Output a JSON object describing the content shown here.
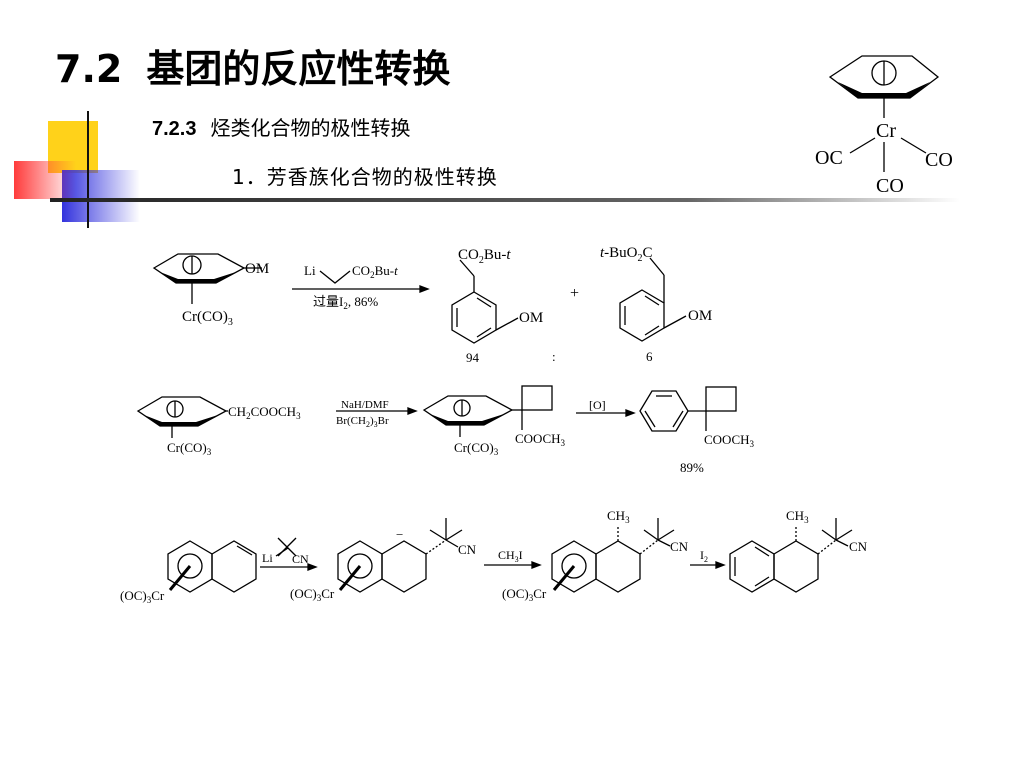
{
  "slide": {
    "title_number": "7.2",
    "title_text": "基团的反应性转换",
    "subtitle_number": "7.2.3",
    "subtitle_text": "烃类化合物的极性转换",
    "section": "1．芳香族化合物的极性转换"
  },
  "complex": {
    "metal": "Cr",
    "ligand_left": "OC",
    "ligand_right": "CO",
    "ligand_bottom": "CO"
  },
  "reaction1": {
    "substituent": "OM",
    "metal_group": "Cr(CO)",
    "metal_sub": "3",
    "reagent_li": "Li",
    "reagent_ester": "CO",
    "reagent_ester_sub": "2",
    "reagent_ester_tail": "Bu-",
    "reagent_ester_t": "t",
    "condition": "过量I",
    "condition_sub": "2",
    "condition_tail": ", 86%",
    "product1_group": "CO",
    "product1_group_sub": "2",
    "product1_group_tail": "Bu-",
    "product1_group_t": "t",
    "product1_sub": "OM",
    "plus": "+",
    "product2_group_t": "t",
    "product2_group": "-BuO",
    "product2_group_sub": "2",
    "product2_group_tail": "C",
    "product2_sub": "OM",
    "ratio1": "94",
    "ratio_sep": ":",
    "ratio2": "6"
  },
  "reaction2": {
    "substituent": "CH",
    "substituent_sub": "2",
    "substituent_tail": "COOCH",
    "substituent_sub2": "3",
    "metal_group": "Cr(CO)",
    "metal_sub": "3",
    "reagent_top": "NaH/DMF",
    "reagent_bottom_a": "Br(CH",
    "reagent_bottom_sub1": "2",
    "reagent_bottom_b": ")",
    "reagent_bottom_sub2": "3",
    "reagent_bottom_c": "Br",
    "mid_group": "COOCH",
    "mid_group_sub": "3",
    "mid_metal": "Cr(CO)",
    "mid_metal_sub": "3",
    "oxidant": "[O]",
    "product_group": "COOCH",
    "product_group_sub": "3",
    "yield": "89%"
  },
  "reaction3": {
    "metal_a": "(OC)",
    "metal_sub": "3",
    "metal_b": "Cr",
    "reagent_li": "Li",
    "reagent_cn": "CN",
    "mid1_cn": "CN",
    "mid1_charge": "−",
    "reagent2": "CH",
    "reagent2_sub": "3",
    "reagent2_tail": "I",
    "mid2_ch3": "CH",
    "mid2_ch3_sub": "3",
    "mid2_cn": "CN",
    "reagent3": "I",
    "reagent3_sub": "2",
    "product_ch3": "CH",
    "product_ch3_sub": "3",
    "product_cn": "CN"
  }
}
